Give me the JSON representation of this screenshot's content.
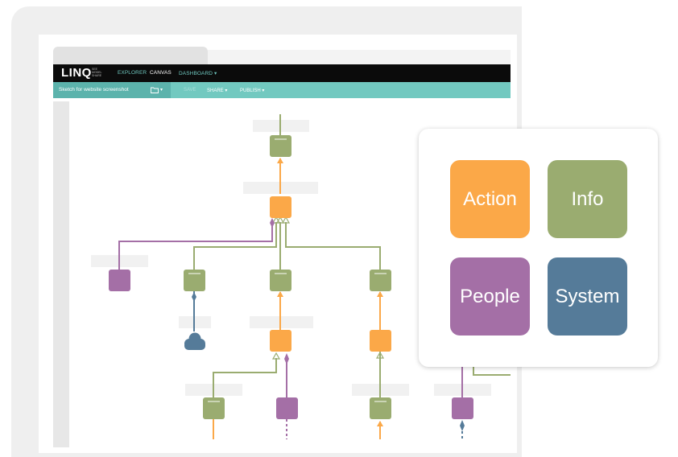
{
  "app": {
    "logo": "LINQ",
    "logo_sub": "SEE MODEL SHARE"
  },
  "nav": {
    "explorer": "EXPLORER",
    "canvas": "CANVAS",
    "dashboard": "DASHBOARD ▾"
  },
  "toolbar": {
    "doc_title": "Sketch for website screenshot",
    "folder_caret": "▾",
    "save": "SAVE",
    "share": "SHARE ▾",
    "publish": "PUBLISH ▾"
  },
  "legend": {
    "action": "Action",
    "info": "Info",
    "people": "People",
    "system": "System"
  },
  "colors": {
    "action": "#fba848",
    "info": "#9aac70",
    "people": "#a46fa6",
    "system": "#557b99",
    "toolbar": "#72c9c0",
    "navbar": "#0b0b0b"
  },
  "icons": [
    "folder-icon",
    "cloud-icon"
  ]
}
